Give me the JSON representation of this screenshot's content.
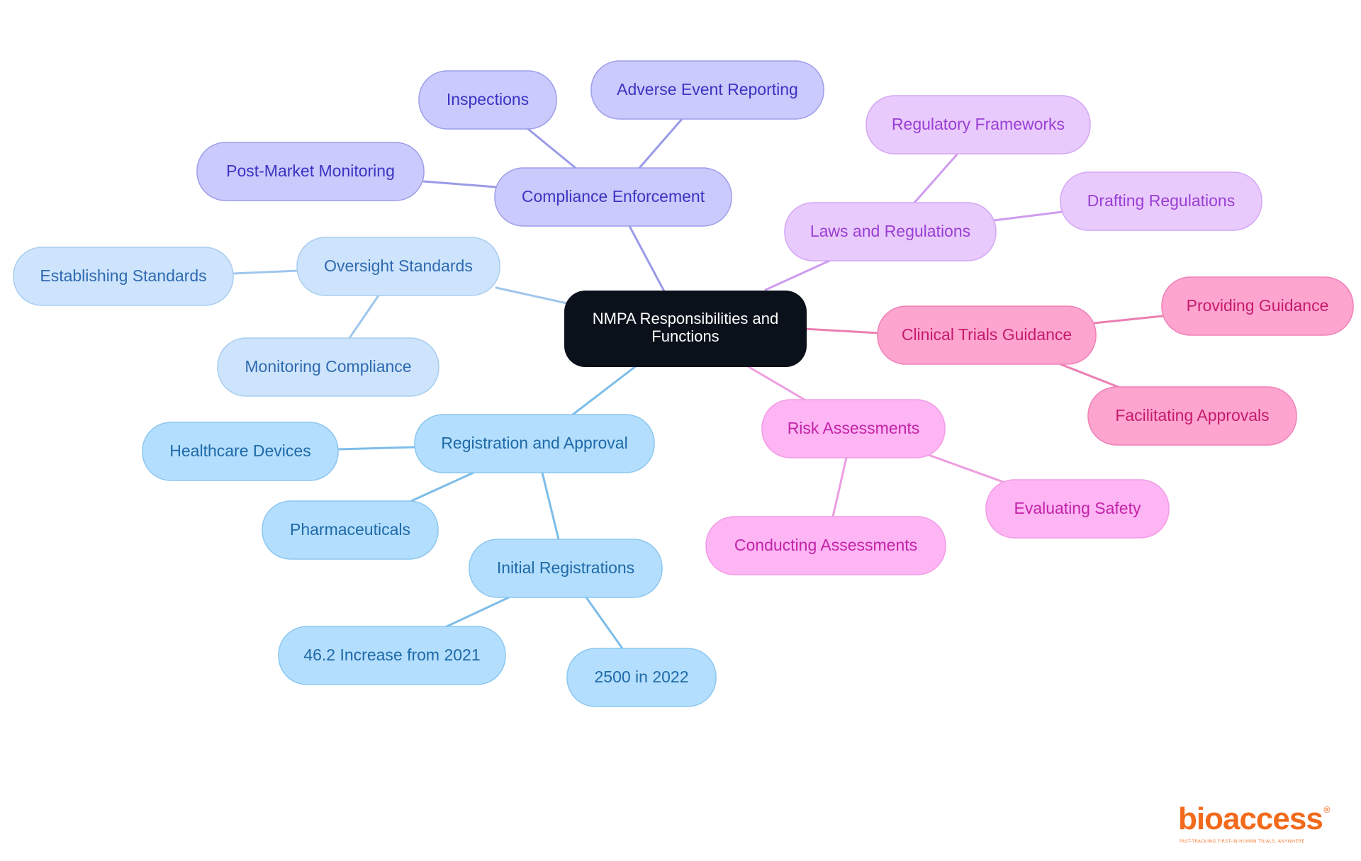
{
  "diagram": {
    "root": {
      "label_line1": "NMPA Responsibilities and",
      "label_line2": "Functions",
      "fill": "#0b111b",
      "text_color": "#ffffff"
    },
    "branches": {
      "compliance": {
        "label": "Compliance Enforcement",
        "fill": "#cacafc",
        "stroke": "#9d9deb",
        "text_color": "#3b33c2",
        "edge_color": "#9a9ae8",
        "children": {
          "inspections": "Inspections",
          "adverse": "Adverse Event Reporting",
          "postmarket": "Post-Market Monitoring"
        }
      },
      "laws": {
        "label": "Laws and Regulations",
        "fill": "#e9cafd",
        "stroke": "#d3a6f4",
        "text_color": "#9a3ed3",
        "edge_color": "#cf9cf0",
        "children": {
          "frameworks": "Regulatory Frameworks",
          "drafting": "Drafting Regulations"
        }
      },
      "clinical": {
        "label": "Clinical Trials Guidance",
        "fill": "#fda5cf",
        "stroke": "#f080b6",
        "text_color": "#c51a6d",
        "edge_color": "#ea7fb3",
        "children": {
          "guidance": "Providing Guidance",
          "approvals": "Facilitating Approvals"
        }
      },
      "risk": {
        "label": "Risk Assessments",
        "fill": "#feb5f4",
        "stroke": "#f39be5",
        "text_color": "#c223a8",
        "edge_color": "#ee9de0",
        "children": {
          "safety": "Evaluating Safety",
          "conducting": "Conducting Assessments"
        }
      },
      "registration": {
        "label": "Registration and Approval",
        "fill": "#b4defd",
        "stroke": "#8cc7f0",
        "text_color": "#1e6aa8",
        "edge_color": "#7dbde9",
        "children": {
          "devices": "Healthcare Devices",
          "pharma": "Pharmaceuticals",
          "initial": {
            "label": "Initial Registrations",
            "children": {
              "increase": "46.2 Increase from 2021",
              "count": "2500 in 2022"
            }
          }
        }
      },
      "oversight": {
        "label": "Oversight Standards",
        "fill": "#cde4fc",
        "stroke": "#a9cdef",
        "text_color": "#2f6ab0",
        "edge_color": "#9fc6ec",
        "children": {
          "establishing": "Establishing Standards",
          "monitoring": "Monitoring Compliance"
        }
      }
    }
  },
  "logo": {
    "wordmark": "bioaccess",
    "registered": "®",
    "tagline": "FAST-TRACKING FIRST-IN-HUMAN TRIALS, ANYWHERE",
    "color": "#f26a1b"
  }
}
